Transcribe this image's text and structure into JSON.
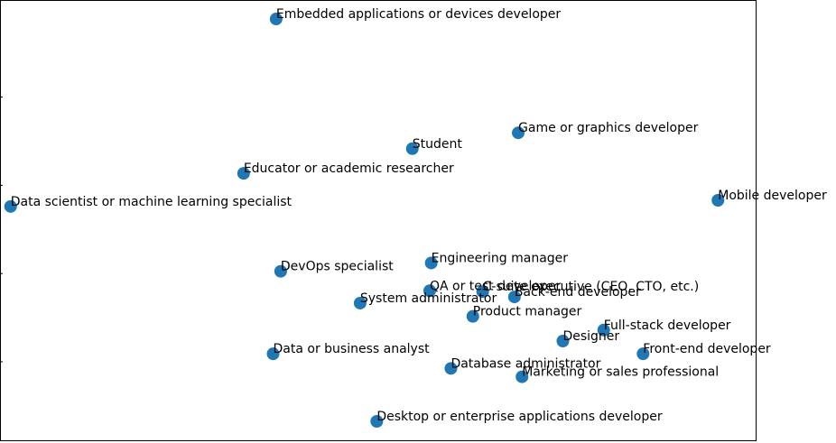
{
  "chart_data": {
    "type": "scatter",
    "title": "",
    "xlabel": "",
    "ylabel": "",
    "xlim": [
      0,
      100
    ],
    "ylim": [
      0,
      100
    ],
    "grid": false,
    "legend": "none",
    "marker_color": "#1f77b4",
    "yticks": [
      18,
      38,
      58,
      78
    ],
    "points": [
      {
        "label": "Embedded applications or devices developer",
        "x": 36.5,
        "y": 95.7
      },
      {
        "label": "Game or graphics developer",
        "x": 68.5,
        "y": 69.9
      },
      {
        "label": "Student",
        "x": 54.5,
        "y": 66.3
      },
      {
        "label": "Educator or academic researcher",
        "x": 32.2,
        "y": 60.7
      },
      {
        "label": "Data scientist or machine learning specialist",
        "x": 1.4,
        "y": 53.2
      },
      {
        "label": "Mobile developer",
        "x": 94.9,
        "y": 54.6
      },
      {
        "label": "Engineering manager",
        "x": 57.0,
        "y": 40.4
      },
      {
        "label": "DevOps specialist",
        "x": 37.1,
        "y": 38.5
      },
      {
        "label": "C-suite executive (CEO, CTO, etc.)",
        "x": 63.8,
        "y": 33.9
      },
      {
        "label": "QA or test developer",
        "x": 56.8,
        "y": 34.1
      },
      {
        "label": "Back-end developer",
        "x": 68.0,
        "y": 32.7
      },
      {
        "label": "System administrator",
        "x": 47.6,
        "y": 31.3
      },
      {
        "label": "Product manager",
        "x": 62.5,
        "y": 28.3
      },
      {
        "label": "Full-stack developer",
        "x": 79.8,
        "y": 25.2
      },
      {
        "label": "Designer",
        "x": 74.4,
        "y": 22.7
      },
      {
        "label": "Front-end developer",
        "x": 85.0,
        "y": 19.8
      },
      {
        "label": "Data or business analyst",
        "x": 36.1,
        "y": 19.8
      },
      {
        "label": "Database administrator",
        "x": 59.6,
        "y": 16.5
      },
      {
        "label": "Marketing or sales professional",
        "x": 69.0,
        "y": 14.6
      },
      {
        "label": "Desktop or enterprise applications developer",
        "x": 49.8,
        "y": 4.5
      }
    ]
  }
}
